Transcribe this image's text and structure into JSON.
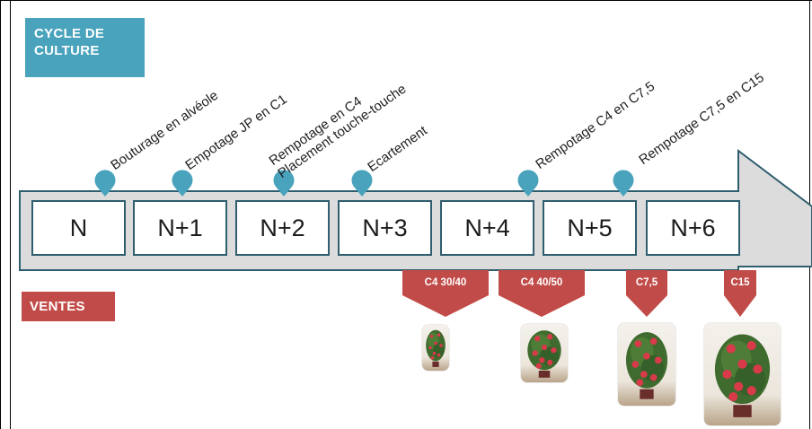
{
  "cycle_tag": [
    "CYCLE DE",
    "CULTURE"
  ],
  "ventes_tag": "VENTES",
  "years": [
    "N",
    "N+1",
    "N+2",
    "N+3",
    "N+4",
    "N+5",
    "N+6"
  ],
  "steps": [
    {
      "lines": [
        "Bouturage en alvéole"
      ]
    },
    {
      "lines": [
        "Empotage JP en C1"
      ]
    },
    {
      "lines": [
        "Rempotage en C4",
        "Placement touche-touche"
      ]
    },
    {
      "lines": [
        "Ecartement"
      ]
    },
    {
      "lines": [
        "Rempotage C4 en C7,5"
      ]
    },
    {
      "lines": [
        "Rempotage C7,5 en C15"
      ]
    }
  ],
  "sales": [
    "C4 30/40",
    "C4 40/50",
    "C7,5",
    "C15"
  ],
  "colors": {
    "arrow_fill": "#dcdcdc",
    "arrow_stroke": "#2f5e6e",
    "pin": "#4aa3bd",
    "sale": "#c14b48",
    "cycle_tag": "#4aa3bd"
  }
}
